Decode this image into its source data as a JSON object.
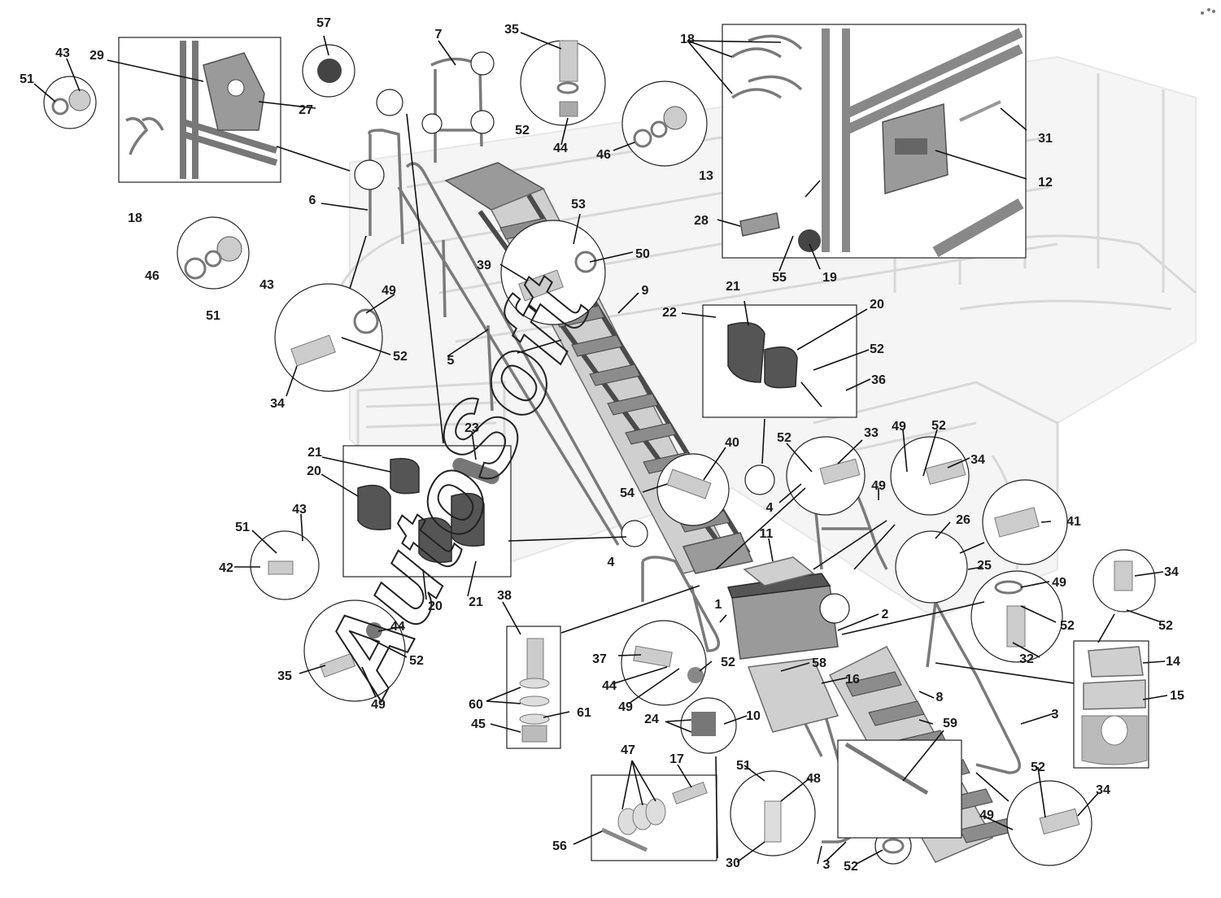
{
  "diagram": {
    "watermark": "AutoSoft",
    "labels": [
      "57",
      "7",
      "35",
      "18",
      "43",
      "51",
      "29",
      "27",
      "6",
      "52",
      "44",
      "46",
      "18",
      "46",
      "51",
      "43",
      "13",
      "31",
      "12",
      "28",
      "55",
      "19",
      "53",
      "50",
      "39",
      "9",
      "22",
      "21",
      "20",
      "52",
      "36",
      "49",
      "52",
      "34",
      "5",
      "23",
      "21",
      "20",
      "43",
      "51",
      "42",
      "40",
      "54",
      "52",
      "33",
      "49",
      "52",
      "34",
      "4",
      "49",
      "11",
      "4",
      "26",
      "25",
      "41",
      "1",
      "2",
      "49",
      "52",
      "32",
      "34",
      "52",
      "14",
      "15",
      "20",
      "21",
      "38",
      "44",
      "52",
      "35",
      "49",
      "37",
      "44",
      "49",
      "52",
      "58",
      "16",
      "8",
      "24",
      "10",
      "60",
      "61",
      "45",
      "47",
      "17",
      "56",
      "51",
      "48",
      "30",
      "3",
      "52",
      "59",
      "49",
      "52",
      "34",
      "3"
    ]
  }
}
